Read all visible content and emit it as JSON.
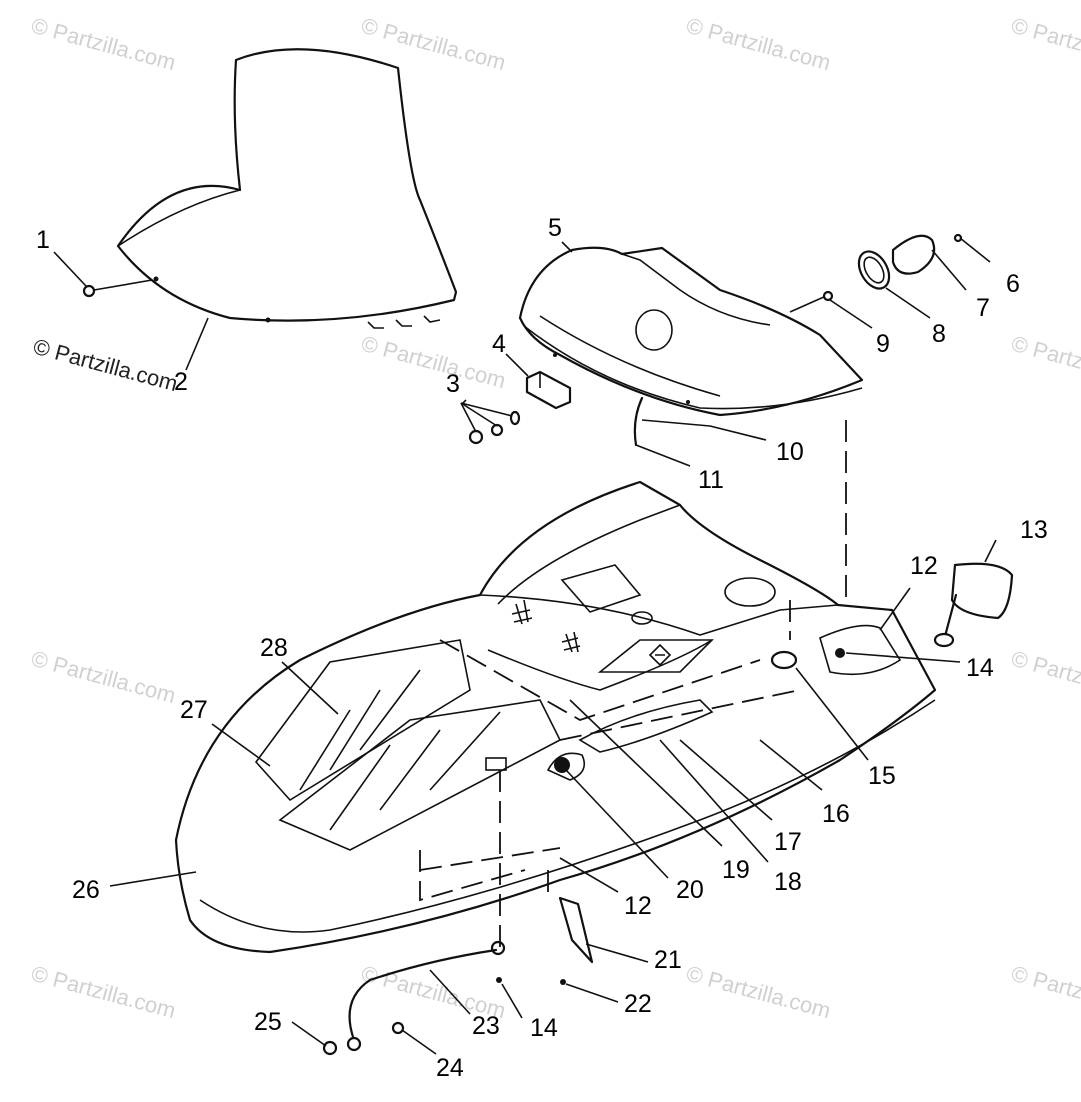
{
  "watermark": {
    "text": "© Partzilla.com",
    "color": "#d0d0d0",
    "dark_color": "#222222"
  },
  "callouts": [
    "1",
    "2",
    "3",
    "4",
    "5",
    "6",
    "7",
    "8",
    "9",
    "10",
    "11",
    "12",
    "13",
    "14",
    "15",
    "16",
    "17",
    "18",
    "19",
    "20",
    "21",
    "22",
    "23",
    "24",
    "25",
    "26",
    "27",
    "28"
  ],
  "duplicate_callouts": [
    "12",
    "14"
  ]
}
